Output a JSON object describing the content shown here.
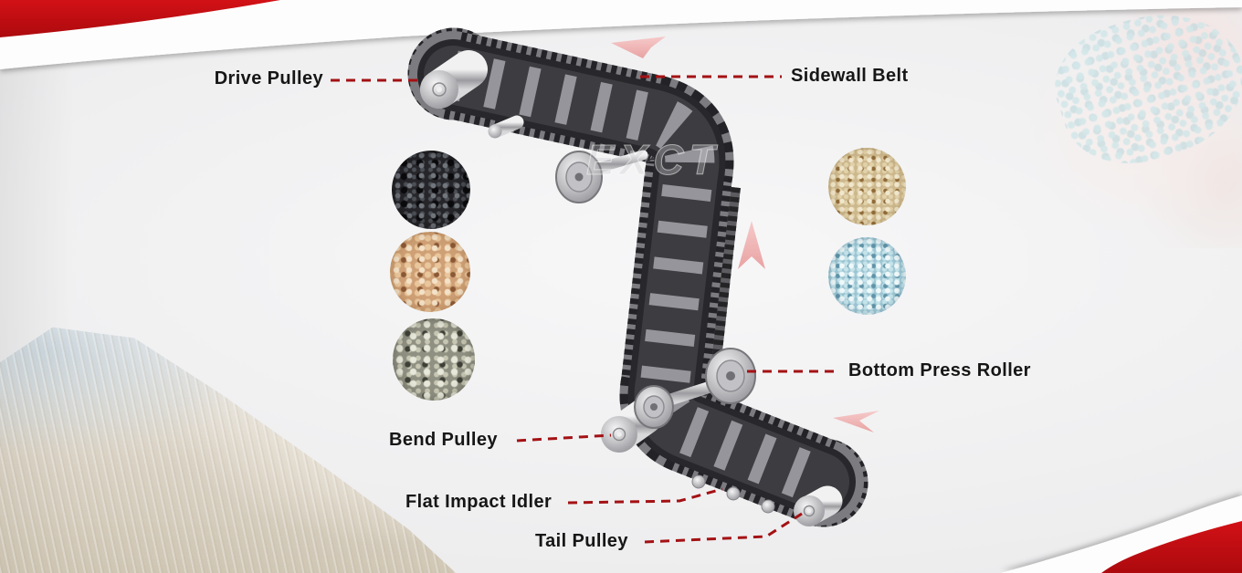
{
  "diagram": {
    "watermark": "EXCT",
    "labels": {
      "drive_pulley": "Drive Pulley",
      "sidewall_belt": "Sidewall Belt",
      "bottom_press_roller": "Bottom Press Roller",
      "bend_pulley": "Bend Pulley",
      "flat_impact_idler": "Flat Impact Idler",
      "tail_pulley": "Tail Pulley"
    },
    "material_samples": {
      "left_column": [
        "coal",
        "wood-chips",
        "crushed-stone"
      ],
      "right_column": [
        "sand",
        "blue-fertilizer-granules"
      ]
    },
    "direction_arrows": [
      "top-pointing-left",
      "middle-pointing-up",
      "bottom-pointing-left"
    ],
    "colors": {
      "swoosh_red": "#c50d10",
      "leader_line_red": "#a41114",
      "label_text": "#161616",
      "arrow_pink": "#f0b6b6",
      "belt_dark": "#28282c",
      "belt_cleat_gray": "#95959b",
      "roller_silver": "#c9c9cc"
    }
  }
}
